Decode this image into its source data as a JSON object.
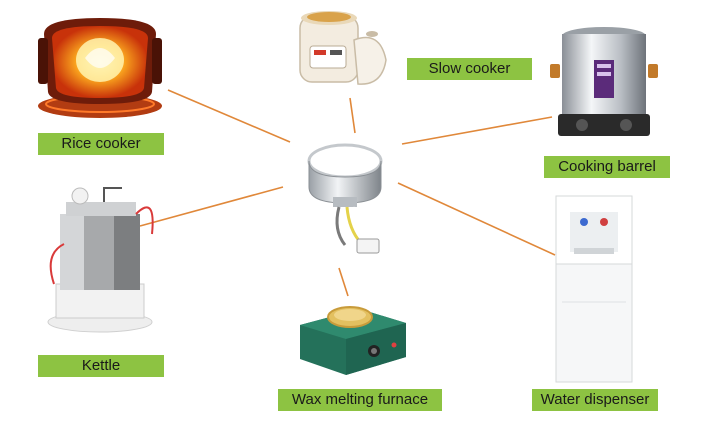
{
  "center": {
    "name": "band heater",
    "icon": "band-heater-icon"
  },
  "colors": {
    "label_bg": "#8dc342",
    "connector": "#e0883a"
  },
  "appliances": [
    {
      "id": "rice-cooker",
      "label": "Rice cooker",
      "icon": "rice-cooker-icon"
    },
    {
      "id": "slow-cooker",
      "label": "Slow cooker",
      "icon": "slow-cooker-icon"
    },
    {
      "id": "cooking-barrel",
      "label": "Cooking barrel",
      "icon": "cooking-barrel-icon"
    },
    {
      "id": "kettle",
      "label": "Kettle",
      "icon": "kettle-icon"
    },
    {
      "id": "wax-melting-furnace",
      "label": "Wax melting furnace",
      "icon": "wax-furnace-icon"
    },
    {
      "id": "water-dispenser",
      "label": "Water dispenser",
      "icon": "water-dispenser-icon"
    }
  ]
}
